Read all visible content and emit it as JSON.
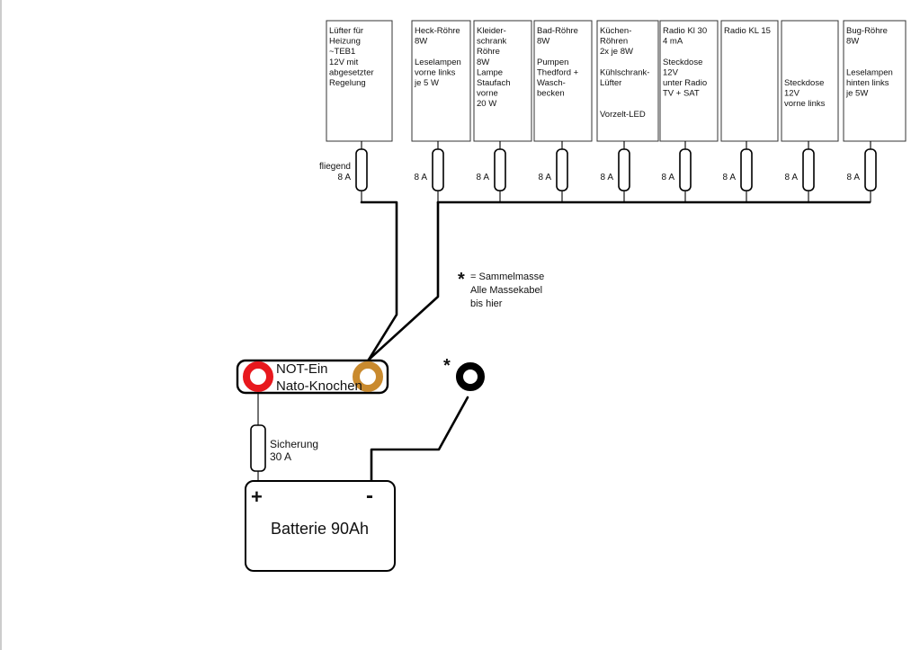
{
  "consumers": [
    {
      "lines": [
        "Lüfter für",
        "Heizung",
        "~TEB1",
        "12V mit",
        "abgesetzter",
        "Regelung"
      ],
      "fuse_label_top": "fliegend",
      "fuse_label": "8 A"
    },
    {
      "lines": [
        "Heck-Röhre",
        "8W",
        "",
        "Leselampen",
        "vorne links",
        "je 5 W"
      ],
      "fuse_label": "8 A"
    },
    {
      "lines": [
        "Kleider-",
        "schrank",
        "Röhre",
        "8W",
        "Lampe",
        "Staufach",
        "vorne",
        "20 W"
      ],
      "fuse_label": "8 A"
    },
    {
      "lines": [
        "Bad-Röhre",
        "8W",
        "",
        "Pumpen",
        "Thedford +",
        "Wasch-",
        "becken"
      ],
      "fuse_label": "8 A"
    },
    {
      "lines": [
        "Küchen-",
        "Röhren",
        "2x je 8W",
        "",
        "Kühlschrank-",
        "Lüfter",
        "",
        "",
        "Vorzelt-LED"
      ],
      "fuse_label": "8 A"
    },
    {
      "lines": [
        "Radio Kl 30",
        "4 mA",
        "",
        "Steckdose",
        "12V",
        "unter Radio",
        "TV + SAT"
      ],
      "fuse_label": "8 A"
    },
    {
      "lines": [
        "Radio KL 15"
      ],
      "fuse_label": "8 A"
    },
    {
      "lines": [
        "",
        "",
        "",
        "",
        "",
        "Steckdose",
        "12V",
        "vorne links"
      ],
      "fuse_label": "8 A"
    },
    {
      "lines": [
        "Bug-Röhre",
        "8W",
        "",
        "",
        "Leselampen",
        "hinten links",
        "je 5W"
      ],
      "fuse_label": "8 A"
    }
  ],
  "note": {
    "asterisk": "*",
    "lines": [
      "= Sammelmasse",
      "Alle Massekabel",
      "bis hier"
    ]
  },
  "switch": {
    "lines": [
      "NOT-Ein",
      "Nato-Knochen"
    ],
    "left_terminal_color": "#e8181d",
    "right_terminal_color": "#c98a2e"
  },
  "ground_terminal": {
    "asterisk": "*",
    "color": "#000000"
  },
  "main_fuse": {
    "lines": [
      "Sicherung",
      "30 A"
    ]
  },
  "battery": {
    "plus": "+",
    "minus": "-",
    "label": "Batterie 90Ah"
  }
}
